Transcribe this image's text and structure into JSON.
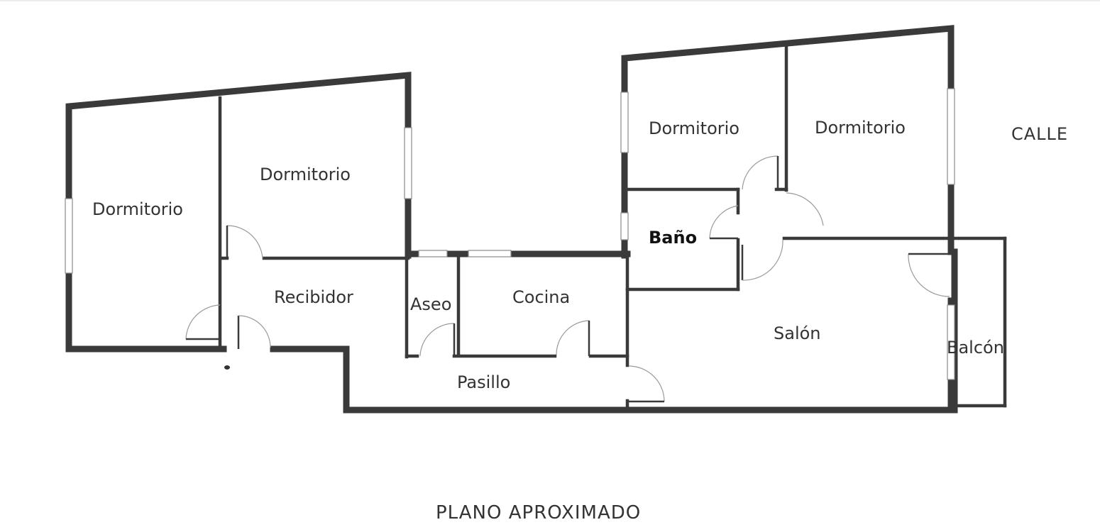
{
  "rooms": {
    "dormitorio_1": "Dormitorio",
    "dormitorio_2": "Dormitorio",
    "dormitorio_3": "Dormitorio",
    "dormitorio_4": "Dormitorio",
    "bano": "Baño",
    "recibidor": "Recibidor",
    "aseo": "Aseo",
    "cocina": "Cocina",
    "salon": "Salón",
    "balcon": "Balcón",
    "pasillo": "Pasillo"
  },
  "street_label": "CALLE",
  "caption": "PLANO APROXIMADO",
  "colors": {
    "wall": "#3a3a3a",
    "text": "#333333",
    "background": "#ffffff"
  }
}
